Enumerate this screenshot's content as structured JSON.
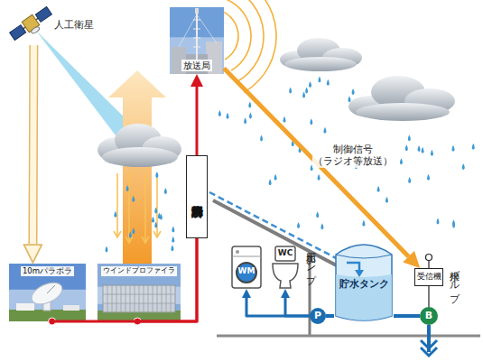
{
  "diagram": {
    "nodes": [
      {
        "text": [
          "人工衛星"
        ]
      },
      {
        "text": [
          "10mパラボラ"
        ]
      },
      {
        "text": [
          "ウインドプロファイラ"
        ]
      },
      {
        "text": [
          "局所降水解析"
        ]
      },
      {
        "text": [
          "放送局"
        ]
      },
      {
        "text": [
          "WM"
        ]
      },
      {
        "text": [
          "WC"
        ]
      },
      {
        "text": [
          "P"
        ]
      },
      {
        "text": [
          "貯水タンク"
        ]
      },
      {
        "text": [
          "受信機"
        ]
      },
      {
        "text": [
          "B"
        ]
      }
    ],
    "edges": [
      {
        "from": 0,
        "to": 1,
        "arrow": "to"
      },
      {
        "from": 1,
        "to": 3,
        "arrow": "none"
      },
      {
        "from": 2,
        "to": 3,
        "arrow": "none"
      },
      {
        "from": 3,
        "to": 4,
        "arrow": "to"
      },
      {
        "from": 4,
        "to": 9,
        "label": "制御信号 （ラジオ等放送）",
        "arrow": "to"
      },
      {
        "from": 9,
        "to": 10,
        "arrow": "none"
      },
      {
        "from": 8,
        "to": 10,
        "arrow": "none"
      },
      {
        "from": 8,
        "to": 7,
        "arrow": "none"
      },
      {
        "from": 7,
        "to": 5,
        "arrow": "to"
      },
      {
        "from": 7,
        "to": 6,
        "arrow": "to"
      }
    ],
    "labels": [
      "加圧ポンプ",
      "排水バルブ"
    ]
  }
}
